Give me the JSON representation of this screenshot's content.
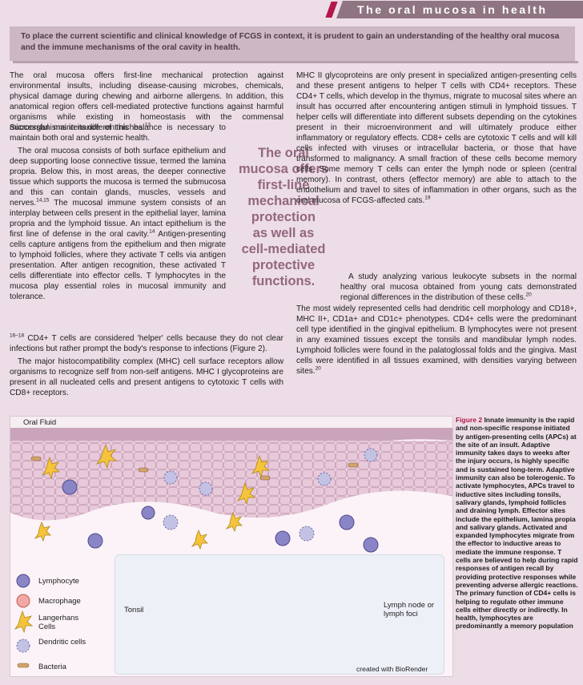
{
  "header": {
    "title": "The oral mucosa in health"
  },
  "intro": "To place the current scientific and clinical knowledge of FCGS in context, it is prudent to gain an understanding of the healthy oral mucosa and the immune mechanisms of the oral cavity in health.",
  "pull_quote": [
    "The oral",
    "mucosa offers",
    "first-line",
    "mechanical",
    "protection",
    "as well as",
    "cell-mediated",
    "protective",
    "functions."
  ],
  "left_col": {
    "p1": "The oral mucosa offers first-line mechanical protection against environmental insults, including disease-causing microbes, chemicals, physical damage during chewing and airborne allergens. In addition, this anatomical region offers cell-mediated protective functions against harmful organisms while existing in homeostasis with the commensal microorganisms in its different niches.",
    "p1_ref": "13",
    "p1_tail": "Successful maintenance of this balance is necessary to maintain both oral and systemic health.",
    "p2a": "The oral mucosa consists of both surface epithelium and deep supporting loose connective tissue, termed the lamina propria. Below this, in most areas, the deeper connective tissue which supports the mucosa is termed the submucosa and this can contain glands, muscles, vessels and nerves.",
    "p2a_ref": "14,15",
    "p2b": "The mucosal immune system consists of an interplay between cells present in the epithelial layer, lamina propria and the lymphoid tissue. An intact epithelium is the first line of defense in the oral cavity.",
    "p2b_ref": "14",
    "p2c": "Antigen-presenting cells capture antigens from the epithelium and then migrate to lymphoid follicles, where they activate T cells via antigen presentation. After antigen recognition, these activated T cells differentiate into effector cells. T lymphocytes in the mucosa play essential roles in mucosal immunity and tolerance.",
    "p2c_ref": "16–18",
    "p2d": "CD4+ T cells are considered 'helper' cells because they do not clear infections but rather prompt the body's response to infections (Figure 2).",
    "p3": "The major histocompatibility complex (MHC) cell surface receptors allow organisms to recognize self from non-self antigens. MHC I glycoproteins are present in all nucleated cells and present antigens to cytotoxic T cells with CD8+ receptors."
  },
  "right_col": {
    "p1": "MHC II glycoproteins are only present in specialized antigen-presenting cells and these present antigens to helper T cells with CD4+ receptors. These CD4+ T cells, which develop in the thymus, migrate to mucosal sites where an insult has occurred after encountering antigen stimuli in lymphoid tissues. T helper cells will differentiate into different subsets depending on the cytokines present in their microenvironment and will ultimately produce either inflammatory or regulatory effects. CD8+ cells are cytotoxic T cells and will kill cells infected with viruses or intracellular bacteria, or those that have transformed to malignancy. A small fraction of these cells become memory cells. Some memory T cells can enter the lymph node or spleen (central memory). In contrast, others (effector memory) are able to attach to the endothelium and travel to sites of inflammation in other organs, such as the oral mucosa of FCGS-affected cats.",
    "p1_ref": "19",
    "p2": "A study analyzing various leukocyte subsets in the normal healthy oral mucosa obtained from young cats demonstrated regional differences in the distribution of these cells.",
    "p2_ref": "20",
    "p2_tail": "The most widely represented cells had dendritic cell morphology and CD18+, MHC II+, CD1a+ and CD1c+ phenotypes. CD4+ cells were the predominant cell type identified in the gingival epithelium. B lymphocytes were not present in any examined tissues except the tonsils and mandibular lymph nodes. Lymphoid follicles were found in the palatoglossal folds and the gingiva. Mast cells were identified in all tissues examined, with densities varying between sites.",
    "p2_tail_ref": "20"
  },
  "figure": {
    "oral_fluid": "Oral Fluid",
    "legend": [
      {
        "label": "Lymphocyte",
        "icon": "lymphocyte-icon"
      },
      {
        "label": "Macrophage",
        "icon": "macrophage-icon"
      },
      {
        "label": "Langerhans Cells",
        "icon": "langerhans-icon"
      },
      {
        "label": "Dendritic cells",
        "icon": "dendritic-icon"
      },
      {
        "label": "Bacteria",
        "icon": "bacteria-icon"
      }
    ],
    "tonsil": "Tonsil",
    "lymph_node": "Lymph node or lymph foci",
    "credit": "created with BioRender"
  },
  "caption": {
    "label": "Figure 2",
    "text": "Innate immunity is the rapid and non-specific response initiated by antigen-presenting cells (APCs) at the site of an insult. Adaptive immunity takes days to weeks after the injury occurs, is highly specific and is sustained long-term. Adaptive immunity can also be tolerogenic. To activate lymphocytes, APCs travel to inductive sites including tonsils, salivary glands, lymphoid follicles and draining lymph. Effector sites include the epithelium, lamina propia and salivary glands. Activated and expanded lymphocytes migrate from the effector to inductive areas to mediate the immune response. T cells are believed to help during rapid responses of antigen recall by providing protective responses while preventing adverse allergic reactions. The primary function of CD4+ cells is helping to regulate other immune cells either directly or indirectly. In health, lymphocytes are predominantly a memory population"
  },
  "colors": {
    "accent": "#b4174a",
    "header_tab": "#8f7482",
    "pull_quote": "#93677f",
    "background": "#ecdde6"
  }
}
